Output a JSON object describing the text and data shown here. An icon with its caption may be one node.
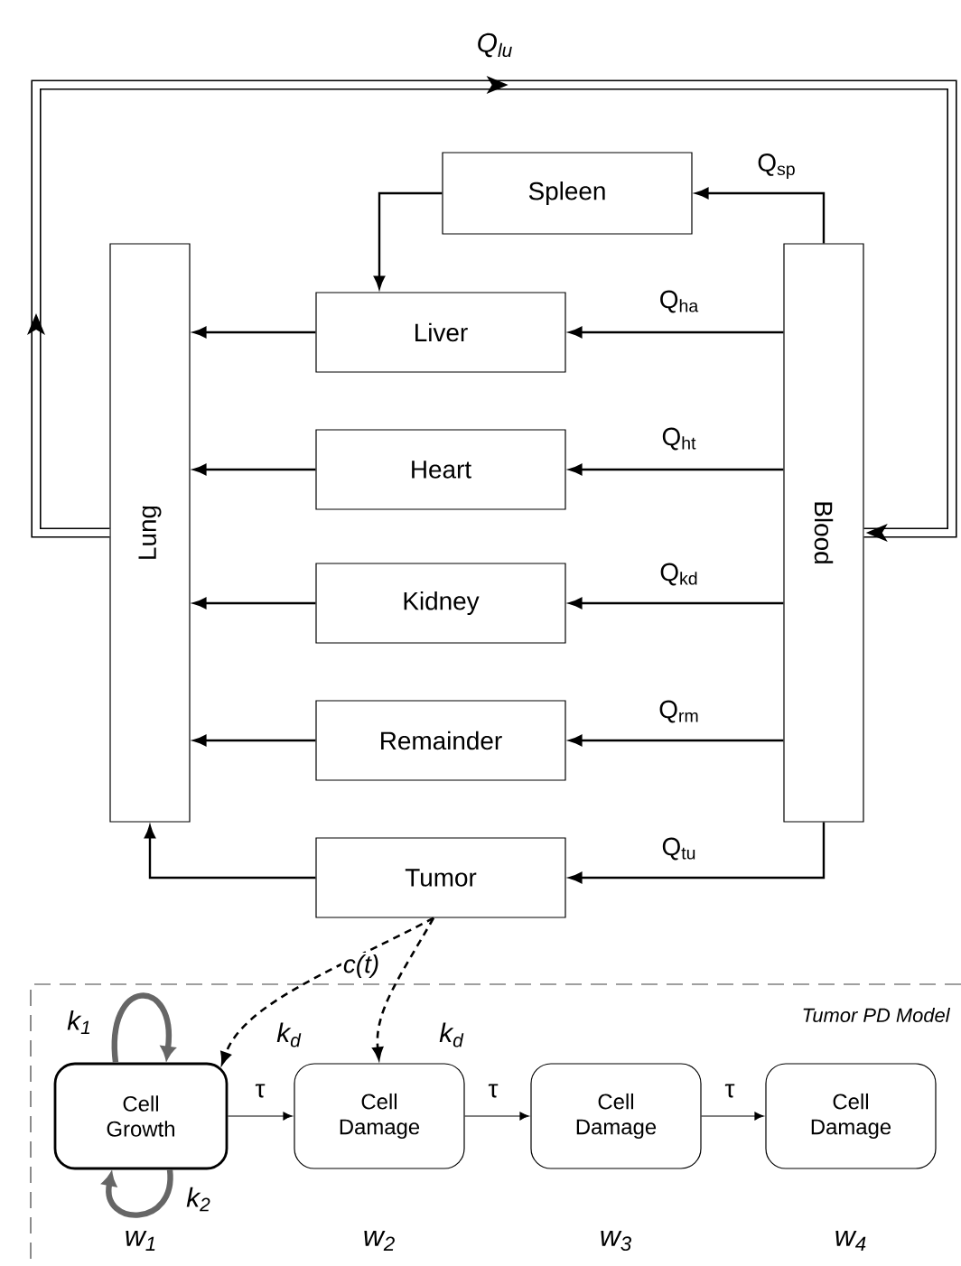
{
  "diagram": {
    "nodes": [
      {
        "text": [
          "Spleen"
        ]
      },
      {
        "text": [
          "Lung"
        ]
      },
      {
        "text": [
          "Liver"
        ]
      },
      {
        "text": [
          "Blood"
        ]
      },
      {
        "text": [
          "Heart"
        ]
      },
      {
        "text": [
          "Kidney"
        ]
      },
      {
        "text": [
          "Remainder"
        ]
      },
      {
        "text": [
          "Tumor"
        ]
      },
      {
        "text": [
          "Tumor PD Model"
        ]
      },
      {
        "text": [
          "Cell Growth"
        ],
        "beside": [
          "w$_{1}$"
        ],
        "in": 8
      },
      {
        "text": [
          "Cell Damage"
        ],
        "beside": [
          "w$_{2}$"
        ],
        "in": 8
      },
      {
        "text": [
          "Cell Damage"
        ],
        "beside": [
          "w$_{3}$"
        ],
        "in": 8
      },
      {
        "text": [
          "Cell Damage"
        ],
        "beside": [
          "w$_{4}$"
        ],
        "in": 8
      }
    ],
    "edges": [
      {
        "from": 1,
        "to": 3,
        "arrow": "to",
        "label": "Q$_{lu}$",
        "style": "thick"
      },
      {
        "from": 3,
        "to": 0,
        "arrow": "to",
        "label": "Q$_{sp}$"
      },
      {
        "from": 0,
        "to": 2,
        "arrow": "to"
      },
      {
        "from": 3,
        "to": 2,
        "arrow": "to",
        "label": "Q$_{ha}$"
      },
      {
        "from": 2,
        "to": 1,
        "arrow": "to"
      },
      {
        "from": 3,
        "to": 4,
        "arrow": "to",
        "label": "Q$_{ht}$"
      },
      {
        "from": 4,
        "to": 1,
        "arrow": "to"
      },
      {
        "from": 3,
        "to": 5,
        "arrow": "to",
        "label": "Q$_{kd}$"
      },
      {
        "from": 5,
        "to": 1,
        "arrow": "to"
      },
      {
        "from": 3,
        "to": 6,
        "arrow": "to",
        "label": "Q$_{rm}$"
      },
      {
        "from": 6,
        "to": 1,
        "arrow": "to"
      },
      {
        "from": 3,
        "to": 7,
        "arrow": "to",
        "label": "Q$_{tu}$"
      },
      {
        "from": 7,
        "to": 1,
        "arrow": "to"
      },
      {
        "from": 7,
        "to": 9,
        "arrow": "to",
        "label": "k$_{d}$",
        "style": "dashed"
      },
      {
        "from": 7,
        "to": 10,
        "arrow": "to",
        "label": "k$_{d}$",
        "style": "dashed"
      },
      {
        "from": 9,
        "to": 10,
        "arrow": "to",
        "label": "τ"
      },
      {
        "from": 10,
        "to": 11,
        "arrow": "to",
        "label": "τ"
      },
      {
        "from": 11,
        "to": 12,
        "arrow": "to",
        "label": "τ"
      },
      {
        "from": 9,
        "to": 9,
        "arrow": "to",
        "label": "k$_{1}$",
        "style": "thick",
        "color": "#666666"
      },
      {
        "from": 9,
        "to": 9,
        "arrow": "to",
        "label": "k$_{2}$",
        "style": "thick",
        "color": "#666666"
      }
    ],
    "labels": [
      "c(t)"
    ]
  }
}
